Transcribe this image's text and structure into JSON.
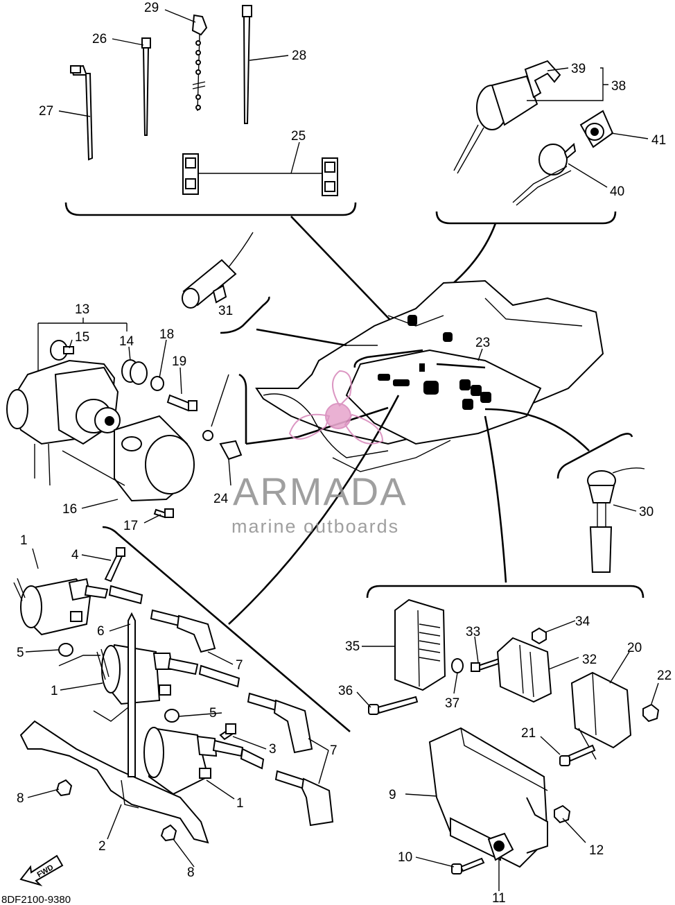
{
  "diagram": {
    "drawing_code": "8DF2100-9380",
    "fwd_arrow_label": "FWD",
    "watermark": {
      "brand": "ARMADA",
      "tagline": "marine outboards",
      "accent_color": "#e8a9cf",
      "text_color": "#8f8f8f"
    },
    "callouts": [
      "1",
      "2",
      "3",
      "4",
      "5",
      "6",
      "7",
      "8",
      "9",
      "10",
      "11",
      "12",
      "13",
      "14",
      "15",
      "16",
      "17",
      "18",
      "19",
      "20",
      "21",
      "22",
      "23",
      "24",
      "25",
      "26",
      "27",
      "28",
      "29",
      "30",
      "31",
      "32",
      "33",
      "34",
      "35",
      "36",
      "37",
      "38",
      "39",
      "40",
      "41"
    ]
  }
}
